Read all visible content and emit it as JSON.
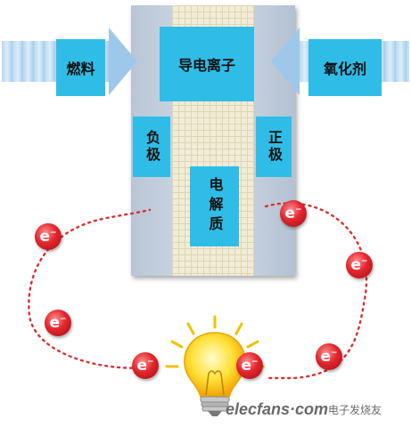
{
  "labels": {
    "fuel": "燃料",
    "ions": "导电离子",
    "oxidant": "氧化剂",
    "anode": "负极",
    "cathode": "正极",
    "electrolyte": "电解质"
  },
  "electron": {
    "symbol": "e",
    "charge": "−"
  },
  "watermark": {
    "text": "elecfans·com",
    "text_cn": "电子发烧友"
  },
  "colors": {
    "label_box": "#2fbde7",
    "electron": "#e3262d",
    "electrolyte": "#f1ecd6",
    "electrode": "#c5d1df"
  }
}
